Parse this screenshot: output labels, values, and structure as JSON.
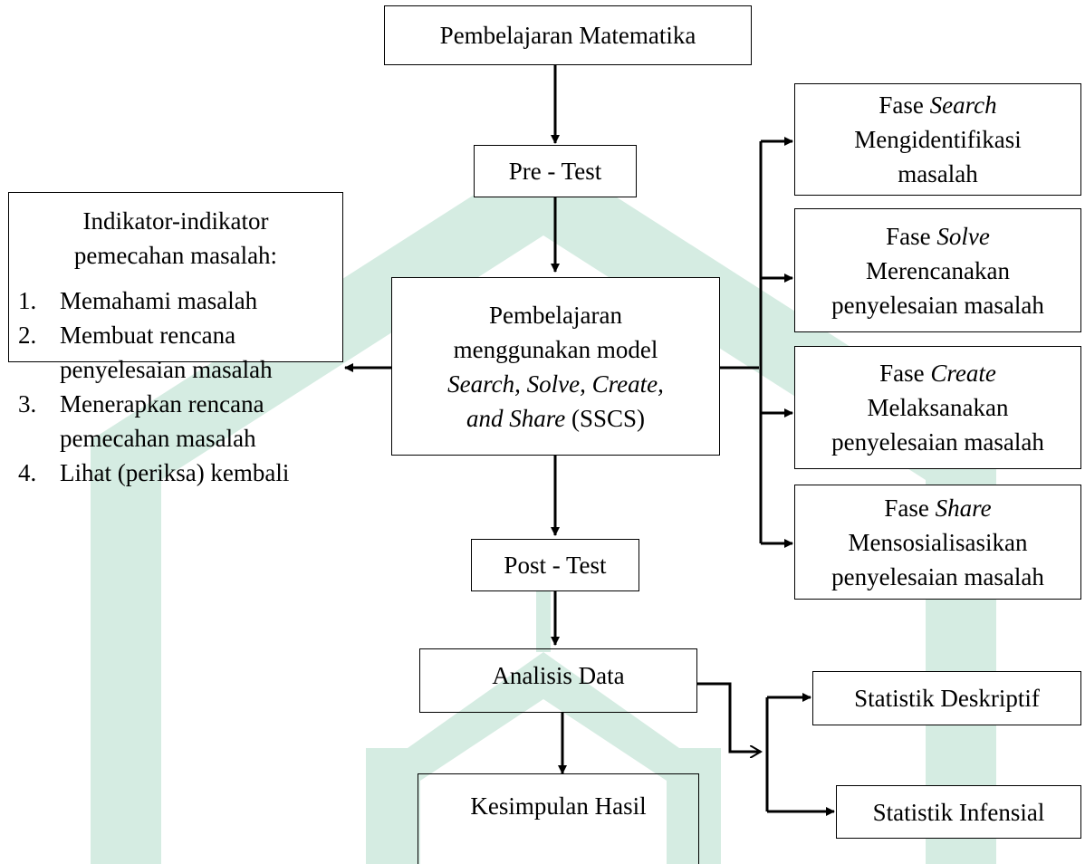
{
  "colors": {
    "stroke": "#000000",
    "background": "#ffffff",
    "watermark": "#d5ece2"
  },
  "nodes": {
    "pembelajaran_matematika": "Pembelajaran Matematika",
    "pre_test": "Pre - Test",
    "model": {
      "line1": "Pembelajaran",
      "line2": "menggunakan model",
      "line3_italic": "Search, Solve, Create,",
      "line4_italic": "and Share",
      "line4_normal": " (SSCS)"
    },
    "post_test": "Post - Test",
    "analisis_data": "Analisis Data",
    "kesimpulan_hasil": "Kesimpulan Hasil",
    "statistik_deskriptif": "Statistik Deskriptif",
    "statistik_infensial": "Statistik Infensial"
  },
  "indikator": {
    "heading_line1": "Indikator-indikator",
    "heading_line2": "pemecahan masalah:",
    "items": [
      {
        "num": "1.",
        "lines": [
          "Memahami masalah"
        ]
      },
      {
        "num": "2.",
        "lines": [
          "Membuat rencana",
          "penyelesaian masalah"
        ]
      },
      {
        "num": "3.",
        "lines": [
          "Menerapkan rencana",
          "pemecahan masalah"
        ]
      },
      {
        "num": "4.",
        "lines": [
          "Lihat (periksa) kembali"
        ]
      }
    ]
  },
  "phases": [
    {
      "prefix": "Fase ",
      "name": "Search",
      "line2": "Mengidentifikasi",
      "line3": "masalah"
    },
    {
      "prefix": "Fase ",
      "name": "Solve",
      "line2": "Merencanakan",
      "line3": "penyelesaian masalah"
    },
    {
      "prefix": "Fase ",
      "name": "Create",
      "line2": "Melaksanakan",
      "line3": "penyelesaian masalah"
    },
    {
      "prefix": "Fase ",
      "name": "Share",
      "line2": "Mensosialisasikan",
      "line3": "penyelesaian masalah"
    }
  ]
}
